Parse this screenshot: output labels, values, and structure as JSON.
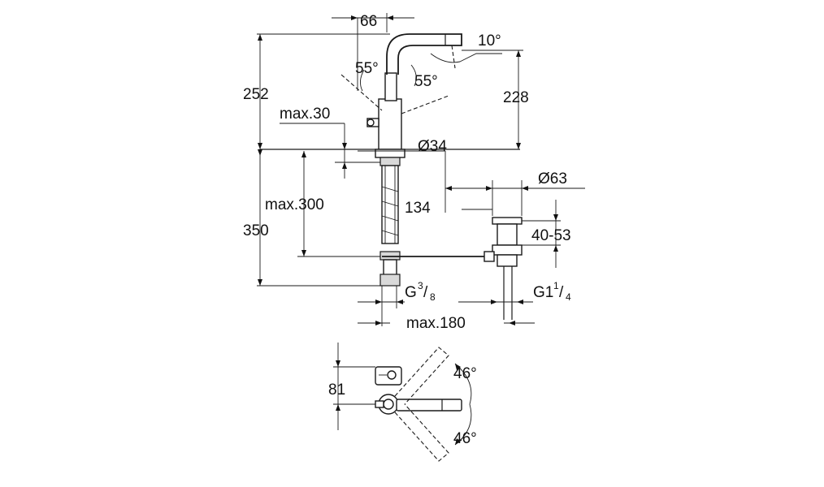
{
  "dimensions": {
    "spout_reach": "66",
    "total_height": "252",
    "spout_height": "228",
    "spray_angle": "10°",
    "swivel_angle_left": "55°",
    "swivel_angle_right": "55°",
    "deck_thickness": "max.30",
    "body_diameter": "Ø34",
    "below_deck": "max.300",
    "tail_length": "134",
    "waste_height": "350",
    "waste_diameter": "Ø63",
    "waste_range": "40-53",
    "connection_main": "G",
    "connection_sup": "3",
    "connection_sub": "8",
    "waste_thread_main": "G1",
    "waste_thread_sup": "1",
    "waste_thread_sub": "4",
    "pull_rod": "max.180",
    "lever_depth": "81",
    "lever_angle_top": "46°",
    "lever_angle_bottom": "46°"
  }
}
